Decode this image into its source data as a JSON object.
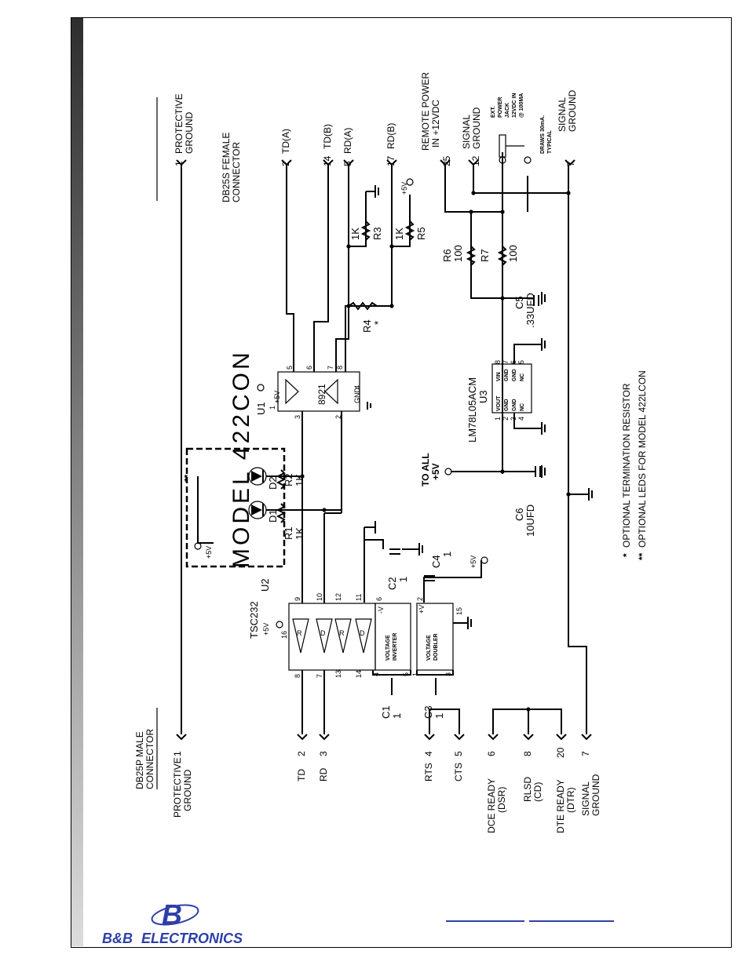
{
  "title": "MODEL 422CON",
  "brand": {
    "logo_letter": "B",
    "name_part1": "B&B",
    "name_part2": "ELECTRONICS",
    "color": "#2e3fa8"
  },
  "left_connector": {
    "header_line1": "DB25P MALE",
    "header_line2": "CONNECTOR",
    "pins": [
      {
        "label": "PROTECTIVE",
        "label2": "GROUND",
        "pin": "1"
      },
      {
        "label": "TD",
        "label2": "",
        "pin": "2"
      },
      {
        "label": "RD",
        "label2": "",
        "pin": "3"
      },
      {
        "label": "RTS",
        "label2": "",
        "pin": "4"
      },
      {
        "label": "CTS",
        "label2": "",
        "pin": "5"
      },
      {
        "label": "DCE READY",
        "label2": "(DSR)",
        "pin": "6"
      },
      {
        "label": "RLSD",
        "label2": "(CD)",
        "pin": "8"
      },
      {
        "label": "DTE READY",
        "label2": "(DTR)",
        "pin": "20"
      },
      {
        "label": "SIGNAL",
        "label2": "GROUND",
        "pin": "7"
      }
    ]
  },
  "right_connector": {
    "header_line1": "DB25S FEMALE",
    "header_line2": "CONNECTOR",
    "pins": [
      {
        "pin": "1",
        "label": "PROTECTIVE",
        "label2": "GROUND"
      },
      {
        "pin": "2",
        "label": "TD(A)",
        "label2": ""
      },
      {
        "pin": "14",
        "label": "TD(B)",
        "label2": ""
      },
      {
        "pin": "5",
        "label": "RD(A)",
        "label2": ""
      },
      {
        "pin": "17",
        "label": "RD(B)",
        "label2": ""
      },
      {
        "pin": "25",
        "label": "REMOTE POWER",
        "label2": "IN +12VDC"
      },
      {
        "pin": "12",
        "label": "SIGNAL",
        "label2": "GROUND"
      },
      {
        "pin": "7",
        "label": "SIGNAL",
        "label2": "GROUND"
      }
    ]
  },
  "ext_power": {
    "lines": [
      "EXT.",
      "POWER",
      "JACK",
      "12VDC IN",
      "@ 100MA"
    ],
    "draws_line1": "DRAWS 30mA.",
    "draws_line2": "TYPICAL"
  },
  "components": {
    "u1": {
      "ref": "U1",
      "part": "8921",
      "vcc": "+5V",
      "vcc_pin": "1",
      "gnd": "GND",
      "gnd_pin": "4",
      "pins": [
        "5",
        "6",
        "7",
        "8",
        "3",
        "2"
      ]
    },
    "u2": {
      "ref": "U2",
      "part": "TSC232",
      "vcc": "+5V",
      "vcc_pin": "16",
      "gates": [
        "R",
        "D",
        "R",
        "D"
      ],
      "top_pins": [
        "9",
        "10",
        "12",
        "11"
      ],
      "bottom_pins": [
        "8",
        "7",
        "13",
        "14"
      ],
      "inverter_line1": "VOLTAGE",
      "inverter_line2": "INVERTER",
      "doubler_line1": "VOLTAGE",
      "doubler_line2": "DOUBLER",
      "minus_v": "-V",
      "plus_v": "+V",
      "inv_pins": [
        "6",
        "4",
        "5"
      ],
      "dbl_pins": [
        "2",
        "1",
        "3",
        "15"
      ]
    },
    "u3": {
      "ref": "U3",
      "part": "LM78L05ACM",
      "left_pins": [
        "VOUT",
        "GND",
        "GND",
        "NC"
      ],
      "right_pins": [
        "VIN",
        "GND",
        "GND",
        "NC"
      ],
      "left_nums": [
        "1",
        "2",
        "3",
        "4"
      ],
      "right_nums": [
        "8",
        "7",
        "6",
        "5"
      ]
    },
    "r1": {
      "ref": "R1",
      "value": "1K"
    },
    "r2": {
      "ref": "R2",
      "value": "1K"
    },
    "r3": {
      "ref": "R3",
      "value": "1K"
    },
    "r4": {
      "ref": "R4",
      "value": "*"
    },
    "r5": {
      "ref": "R5",
      "value": "1K"
    },
    "r6": {
      "ref": "R6",
      "value": "100"
    },
    "r7": {
      "ref": "R7",
      "value": "100"
    },
    "c1": {
      "ref": "C1",
      "value": "1"
    },
    "c2": {
      "ref": "C2",
      "value": "1"
    },
    "c3": {
      "ref": "C3",
      "value": "1"
    },
    "c4": {
      "ref": "C4",
      "value": "1"
    },
    "c5": {
      "ref": "C5",
      "value": ".33UFD"
    },
    "c6": {
      "ref": "C6",
      "value": "10UFD"
    },
    "d1": {
      "ref": "D1"
    },
    "d2": {
      "ref": "D2"
    }
  },
  "power_labels": {
    "plus5v": "+5V",
    "to_all_line1": "TO ALL",
    "to_all_line2": "+5V",
    "double_star": "**"
  },
  "notes": [
    {
      "mark": "*",
      "text": "OPTIONAL TERMINATION RESISTOR"
    },
    {
      "mark": "**",
      "text": "OPTIONAL LEDS FOR MODEL 422LCON"
    }
  ]
}
